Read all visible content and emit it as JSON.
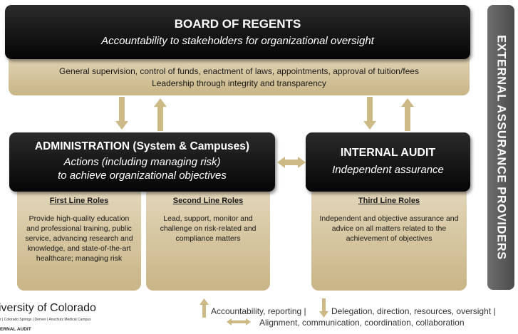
{
  "board": {
    "title": "BOARD OF REGENTS",
    "subtitle": "Accountability to stakeholders for organizational oversight",
    "duties_line1": "General supervision, control of funds, enactment of laws, appointments, approval of tuition/fees",
    "duties_line2": "Leadership through integrity and transparency"
  },
  "administration": {
    "title": "ADMINISTRATION  (System & Campuses)",
    "subtitle_line1": "Actions (including managing risk)",
    "subtitle_line2": "to achieve organizational objectives"
  },
  "internal_audit": {
    "title": "INTERNAL AUDIT",
    "subtitle": "Independent assurance"
  },
  "roles": [
    {
      "title": "First Line Roles",
      "text": "Provide high-quality education and professional training, public service, advancing research and knowledge, and state-of-the-art healthcare; managing risk"
    },
    {
      "title": "Second Line Roles",
      "text": "Lead, support, monitor and challenge on risk-related and compliance matters"
    },
    {
      "title": "Third Line Roles",
      "text": "Independent and objective assurance and advice on all matters related to the achievement of objectives"
    }
  ],
  "external_providers": "EXTERNAL ASSURANCE PROVIDERS",
  "logo": {
    "name": "iversity of Colorado",
    "campuses": "r | Colorado Springs | Denver | Anschutz Medical Campus",
    "department": "ERNAL AUDIT"
  },
  "legend": {
    "up_label": "Accountability, reporting |",
    "down_label": "Delegation, direction, resources, oversight |",
    "both_label": "Alignment, communication, coordination, collaboration"
  },
  "colors": {
    "gold": "#cfbf95",
    "arrow": "#cdb985",
    "black": "#111111",
    "gray": "#555555"
  }
}
